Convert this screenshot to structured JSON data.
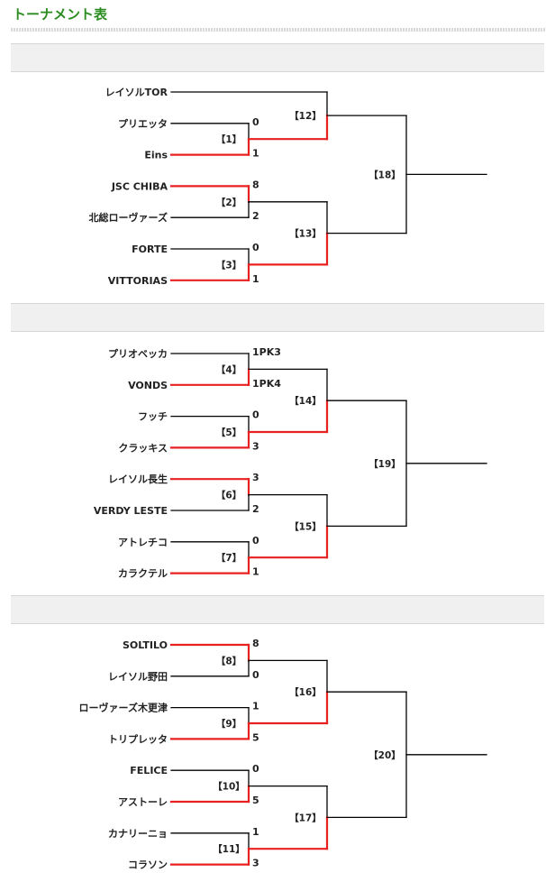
{
  "page": {
    "title": "トーナメント表"
  },
  "colors": {
    "title": "#2a8c1e",
    "winner_line": "#e82020",
    "line": "#000000"
  },
  "blocks": [
    {
      "teams": [
        "レイソルTOR",
        "プリエッタ",
        "Eins",
        "JSC CHIBA",
        "北総ローヴァーズ",
        "FORTE",
        "VITTORIAS"
      ],
      "round1": [
        {
          "label": "【1】",
          "scores": [
            "0",
            "1"
          ],
          "winner": 1
        },
        {
          "label": "【2】",
          "scores": [
            "8",
            "2"
          ],
          "winner": 0
        },
        {
          "label": "【3】",
          "scores": [
            "0",
            "1"
          ],
          "winner": 1
        }
      ],
      "round2": [
        {
          "label": "【12】",
          "winner": 1
        },
        {
          "label": "【13】",
          "winner": 1
        }
      ],
      "final": {
        "label": "【18】"
      }
    },
    {
      "teams": [
        "プリオベッカ",
        "VONDS",
        "フッチ",
        "クラッキス",
        "レイソル長生",
        "VERDY LESTE",
        "アトレチコ",
        "カラクテル"
      ],
      "round1": [
        {
          "label": "【4】",
          "scores": [
            "1PK3",
            "1PK4"
          ],
          "winner": 1
        },
        {
          "label": "【5】",
          "scores": [
            "0",
            "3"
          ],
          "winner": 1
        },
        {
          "label": "【6】",
          "scores": [
            "3",
            "2"
          ],
          "winner": 0
        },
        {
          "label": "【7】",
          "scores": [
            "0",
            "1"
          ],
          "winner": 1
        }
      ],
      "round2": [
        {
          "label": "【14】",
          "winner": 1
        },
        {
          "label": "【15】",
          "winner": 1
        }
      ],
      "final": {
        "label": "【19】"
      }
    },
    {
      "teams": [
        "SOLTILO",
        "レイソル野田",
        "ローヴァーズ木更津",
        "トリプレッタ",
        "FELICE",
        "アストーレ",
        "カナリーニョ",
        "コラソン"
      ],
      "round1": [
        {
          "label": "【8】",
          "scores": [
            "8",
            "0"
          ],
          "winner": 0
        },
        {
          "label": "【9】",
          "scores": [
            "1",
            "5"
          ],
          "winner": 1
        },
        {
          "label": "【10】",
          "scores": [
            "0",
            "5"
          ],
          "winner": 1
        },
        {
          "label": "【11】",
          "scores": [
            "1",
            "3"
          ],
          "winner": 1
        }
      ],
      "round2": [
        {
          "label": "【16】",
          "winner": 1
        },
        {
          "label": "【17】",
          "winner": 1
        }
      ],
      "final": {
        "label": "【20】"
      }
    }
  ]
}
